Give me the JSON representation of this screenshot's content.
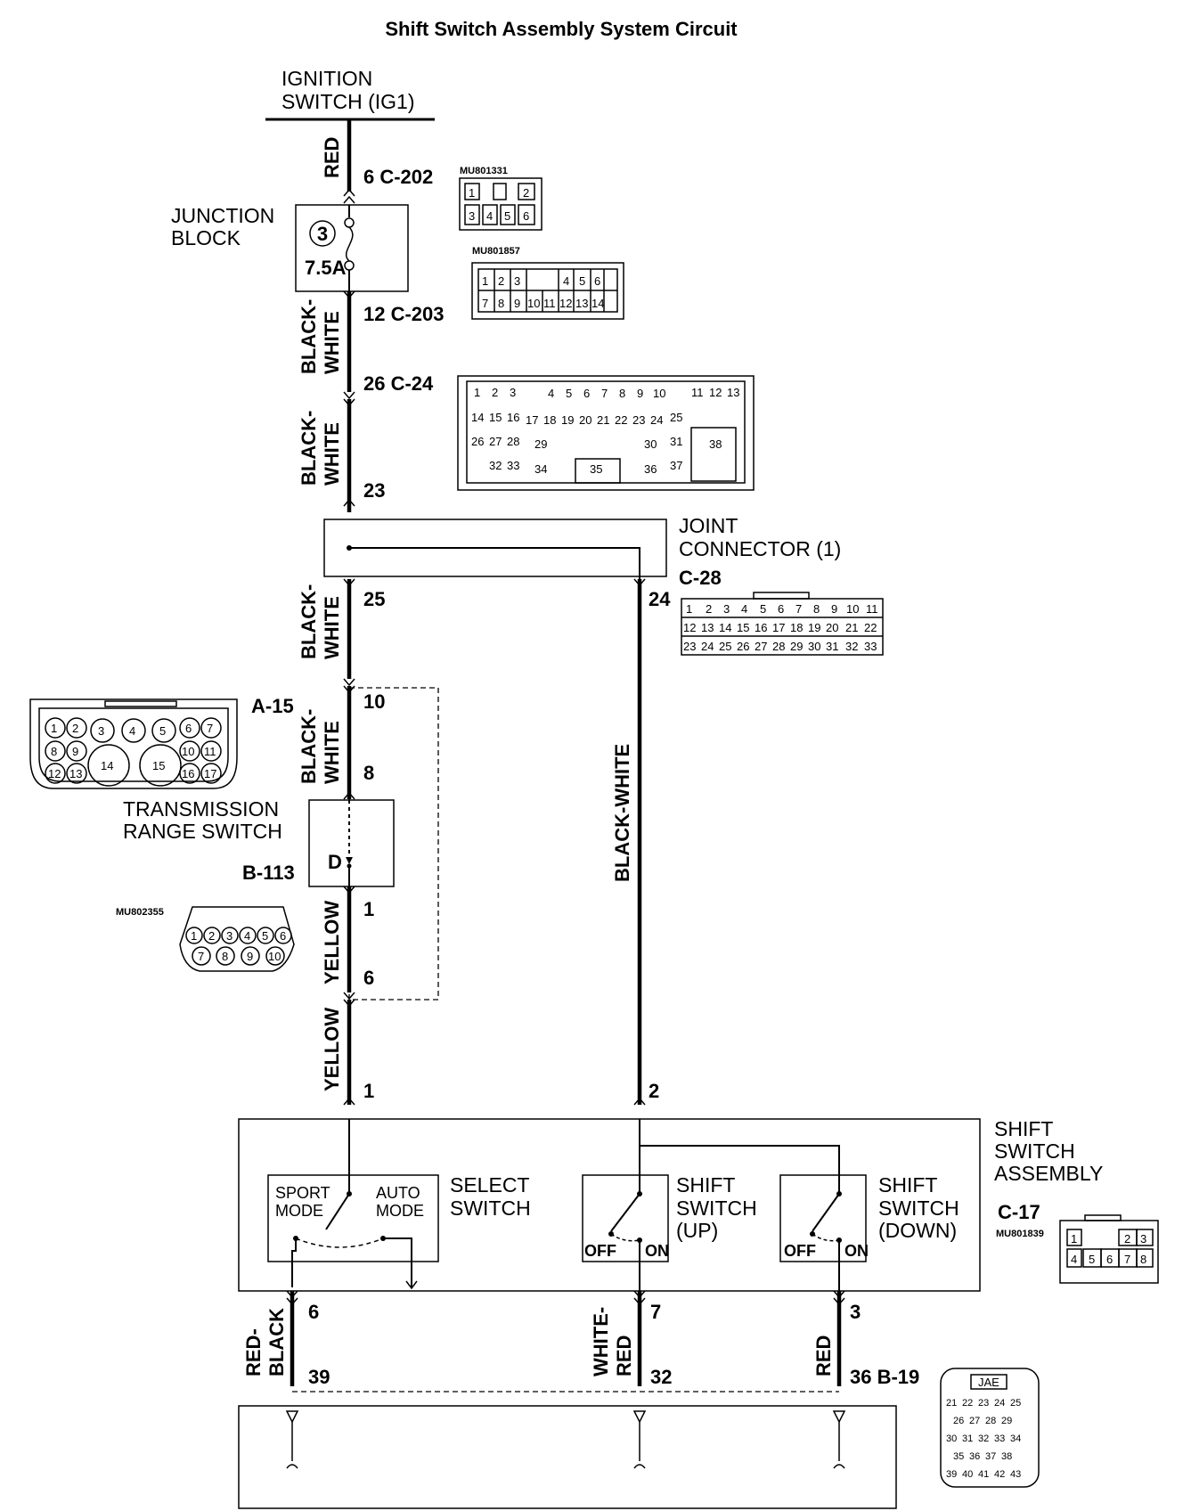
{
  "title": "Shift Switch Assembly System Circuit",
  "ignition": {
    "line1": "IGNITION",
    "line2": "SWITCH (IG1)"
  },
  "junction_block": {
    "line1": "JUNCTION",
    "line2": "BLOCK",
    "fuse_no": "3",
    "fuse_rating": "7.5A"
  },
  "joint_connector": {
    "line1": "JOINT",
    "line2": "CONNECTOR (1)",
    "id": "C-28"
  },
  "trans_range": {
    "line1": "TRANSMISSION",
    "line2": "RANGE SWITCH",
    "id": "B-113",
    "pos": "D"
  },
  "shift_assembly": {
    "line1": "SHIFT",
    "line2": "SWITCH",
    "line3": "ASSEMBLY",
    "id": "C-17"
  },
  "select_switch": {
    "line1": "SELECT",
    "line2": "SWITCH",
    "sport1": "SPORT",
    "sport2": "MODE",
    "auto1": "AUTO",
    "auto2": "MODE"
  },
  "shift_up": {
    "line1": "SHIFT",
    "line2": "SWITCH",
    "line3": "(UP)",
    "off": "OFF",
    "on": "ON"
  },
  "shift_down": {
    "line1": "SHIFT",
    "line2": "SWITCH",
    "line3": "(DOWN)",
    "off": "OFF",
    "on": "ON"
  },
  "connectors": {
    "c202": "6 C-202",
    "c203": "12 C-203",
    "c24": "26 C-24",
    "a15": "A-15",
    "b19": "36 B-19",
    "mu1": "MU801331",
    "mu2": "MU801857",
    "mu3": "MU802355",
    "mu4": "MU801839",
    "jae": "JAE"
  },
  "pins": {
    "p23": "23",
    "p25": "25",
    "p24": "24",
    "p10": "10",
    "p8": "8",
    "p1a": "1",
    "p6a": "6",
    "p1b": "1",
    "p2": "2",
    "p6b": "6",
    "p7": "7",
    "p3": "3",
    "p39": "39",
    "p32": "32"
  },
  "wires": {
    "red": "RED",
    "bw1": "BLACK-",
    "bw2": "WHITE",
    "bw_full": "BLACK-WHITE",
    "yellow": "YELLOW",
    "rb1": "RED-",
    "rb2": "BLACK",
    "wr1": "WHITE-",
    "wr2": "RED"
  }
}
